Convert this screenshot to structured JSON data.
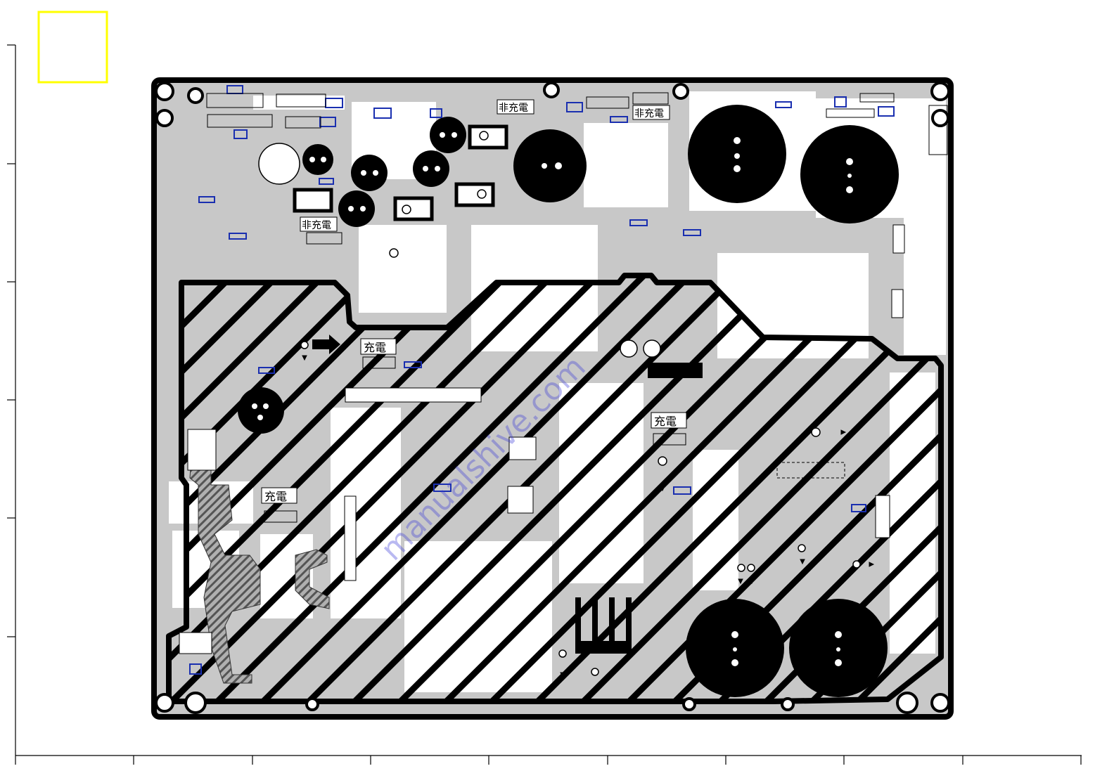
{
  "labels": {
    "charged": "充電",
    "non_charged": "非充電"
  },
  "watermark": "manualshive.com",
  "colors": {
    "board_fill": "#c8c8c8",
    "board_outline": "#000000",
    "hatch": "#000000",
    "component_box": "#1a2fb0",
    "corner_marker": "#ffff00",
    "watermark": "#3a3ad8"
  },
  "icons": [
    "corner-marker-square",
    "arrow-icon",
    "diode-icon",
    "capacitor-icon",
    "mounting-hole-icon"
  ]
}
